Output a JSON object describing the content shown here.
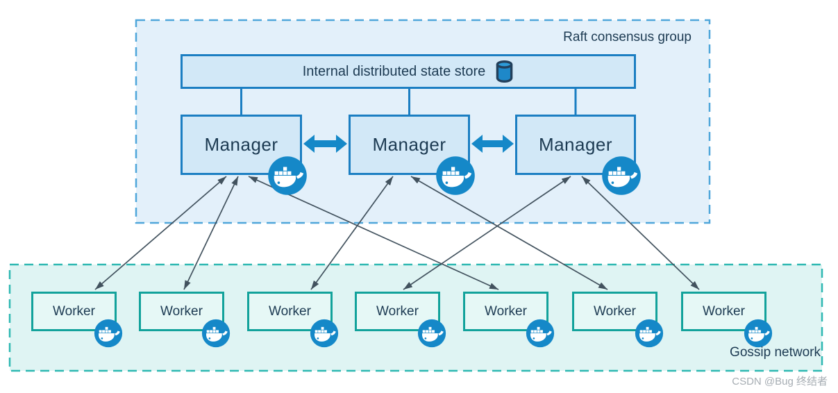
{
  "diagram": {
    "raft_group": {
      "label": "Raft consensus group",
      "state_store": {
        "label": "Internal distributed state store",
        "icon": "database-cylinder-icon"
      },
      "managers": [
        {
          "label": "Manager"
        },
        {
          "label": "Manager"
        },
        {
          "label": "Manager"
        }
      ]
    },
    "gossip_network": {
      "label": "Gossip network",
      "workers": [
        {
          "label": "Worker"
        },
        {
          "label": "Worker"
        },
        {
          "label": "Worker"
        },
        {
          "label": "Worker"
        },
        {
          "label": "Worker"
        },
        {
          "label": "Worker"
        },
        {
          "label": "Worker"
        }
      ]
    },
    "watermark": "CSDN @Bug 终结者",
    "icons": {
      "node_badge": "docker-whale-icon"
    },
    "colors": {
      "raft_fill": "#e3f0fa",
      "raft_border": "#4fa6da",
      "box_fill": "#d2e8f7",
      "box_border": "#1b7ec2",
      "docker_blue": "#1588c8",
      "gossip_fill": "#dff4f3",
      "gossip_border": "#2eb8b2",
      "worker_fill": "#e6f8f6",
      "worker_border": "#12a29b",
      "text_dark": "#1c3a52",
      "arrow_dark": "#42525e",
      "watermark_gray": "#a6adb3"
    }
  }
}
